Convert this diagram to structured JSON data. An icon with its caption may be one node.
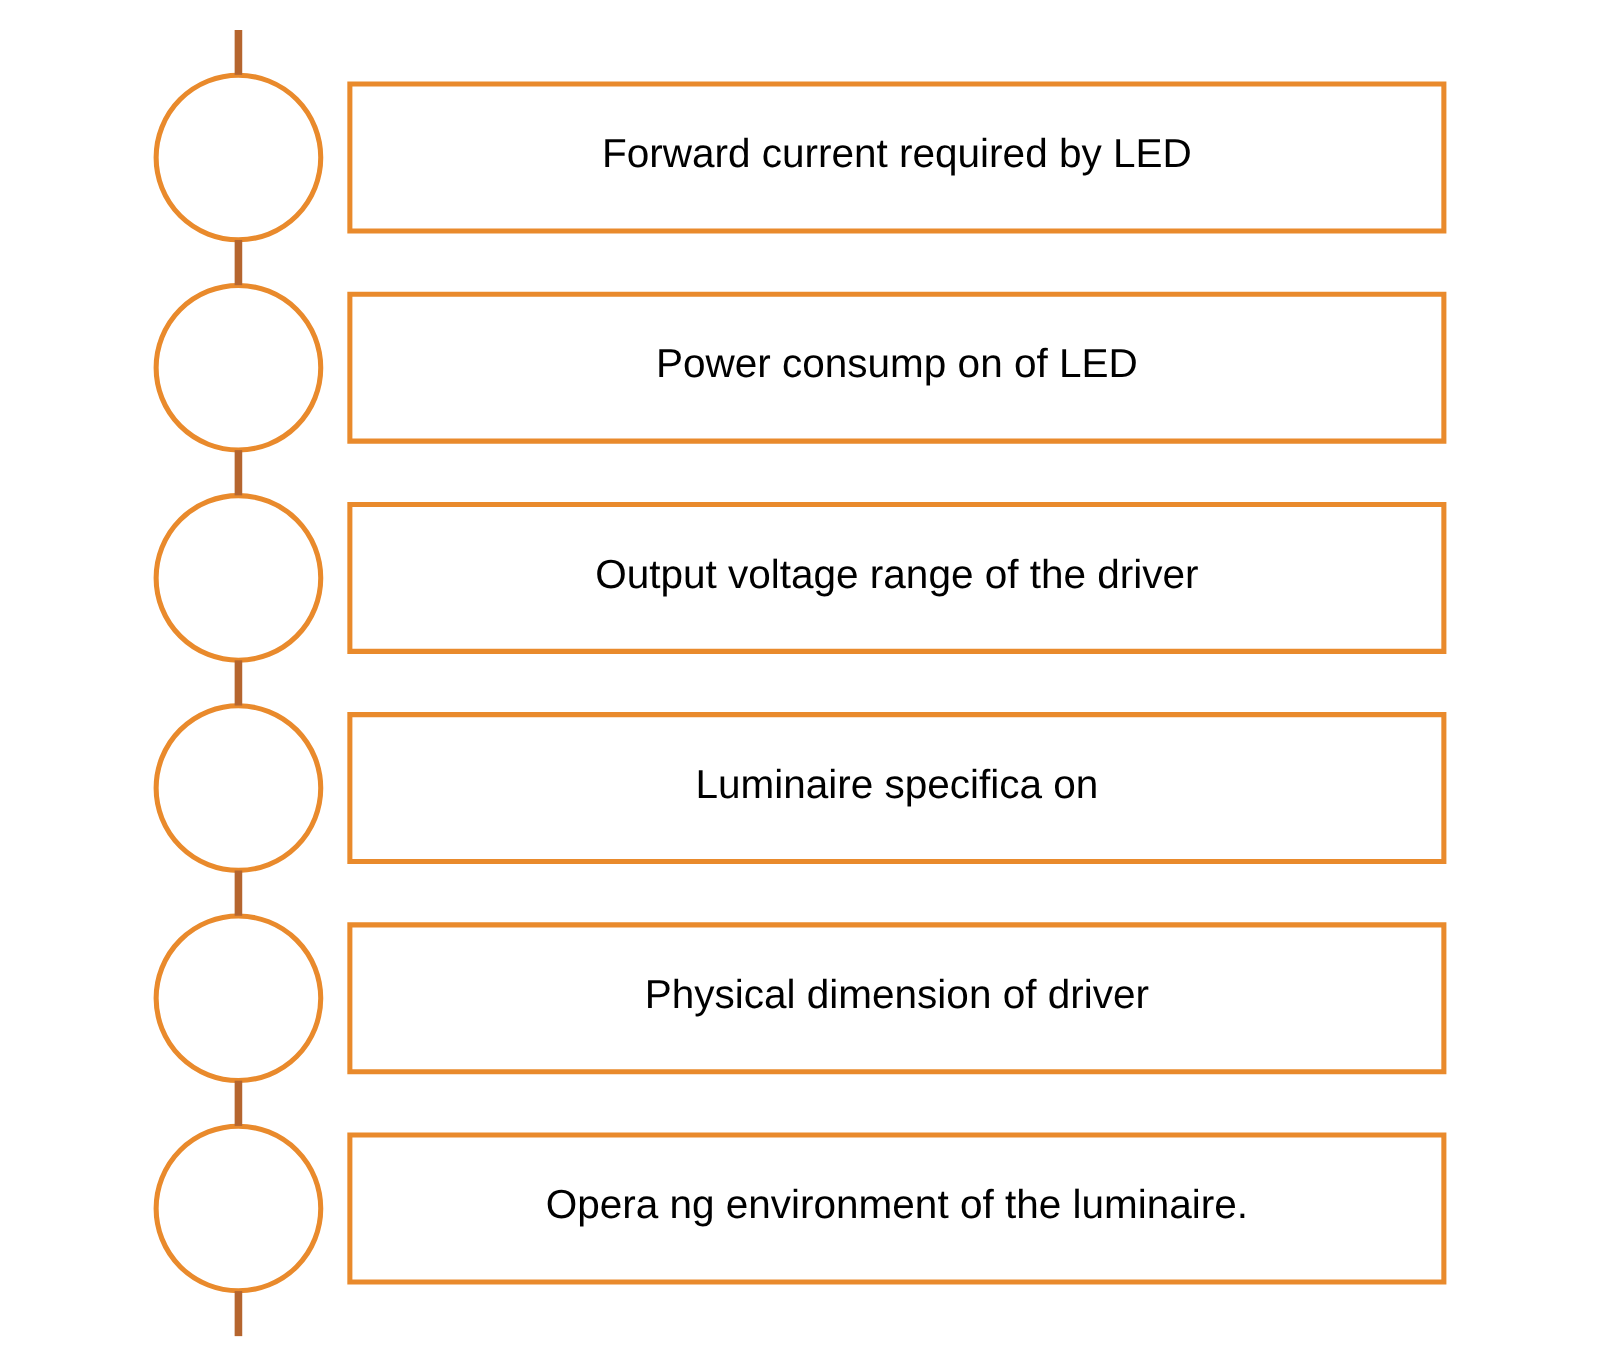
{
  "diagram": {
    "nodes": [
      {
        "text": [],
        "shape": "circle"
      },
      {
        "text": [
          "Forward current required by LED"
        ]
      },
      {
        "text": [],
        "shape": "circle"
      },
      {
        "text": [
          "Power consump on of LED"
        ]
      },
      {
        "text": [],
        "shape": "circle"
      },
      {
        "text": [
          "Output voltage range of the driver"
        ]
      },
      {
        "text": [],
        "shape": "circle"
      },
      {
        "text": [
          "Luminaire specifica on"
        ]
      },
      {
        "text": [],
        "shape": "circle"
      },
      {
        "text": [
          "Physical dimension of driver"
        ]
      },
      {
        "text": [],
        "shape": "circle"
      },
      {
        "text": [
          "Opera ng environment of the luminaire."
        ]
      }
    ],
    "edges": [
      {
        "from": null,
        "to": 0,
        "arrow": "none"
      },
      {
        "from": 0,
        "to": 2,
        "arrow": "none"
      },
      {
        "from": 2,
        "to": 4,
        "arrow": "none"
      },
      {
        "from": 4,
        "to": 6,
        "arrow": "none"
      },
      {
        "from": 6,
        "to": 8,
        "arrow": "none"
      },
      {
        "from": 8,
        "to": 10,
        "arrow": "none"
      },
      {
        "from": 10,
        "to": null,
        "arrow": "none"
      }
    ]
  }
}
